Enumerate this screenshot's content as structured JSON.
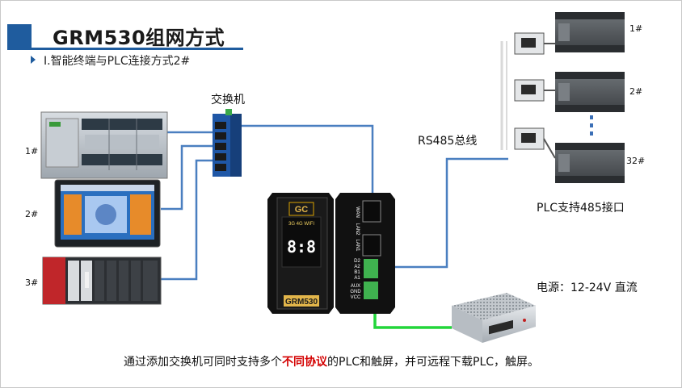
{
  "header": {
    "title": "GRM530组网方式",
    "subtitle": "Ⅰ.智能终端与PLC连接方式2#"
  },
  "labels": {
    "switch": "交换机",
    "bus": "RS485总线",
    "plc_interface": "PLC支持485接口",
    "power": "电源：12-24V 直流"
  },
  "left_devices": [
    "1#",
    "2#",
    "3#"
  ],
  "right_plcs": [
    "1#",
    "2#",
    "32#"
  ],
  "grm530": {
    "brand": "GC",
    "model": "GRM530",
    "signal_text": "3G 4G WIFI",
    "display_text": "8:8",
    "port_labels": [
      "WAN",
      "LAN2",
      "LAN1"
    ],
    "terminal_labels_top": [
      "D2",
      "A2",
      "B1",
      "A1"
    ],
    "terminal_labels_bottom": [
      "AUX",
      "GND",
      "VCC"
    ]
  },
  "caption": {
    "before": "通过添加交换机可同时支持多个",
    "highlight": "不同协议",
    "after": "的PLC和触屏，并可远程下载PLC，触屏。"
  },
  "colors": {
    "accent": "#1f5c9e",
    "wire": "#4a7fc0",
    "power_wire": "#22d63a",
    "highlight": "#d40000"
  }
}
